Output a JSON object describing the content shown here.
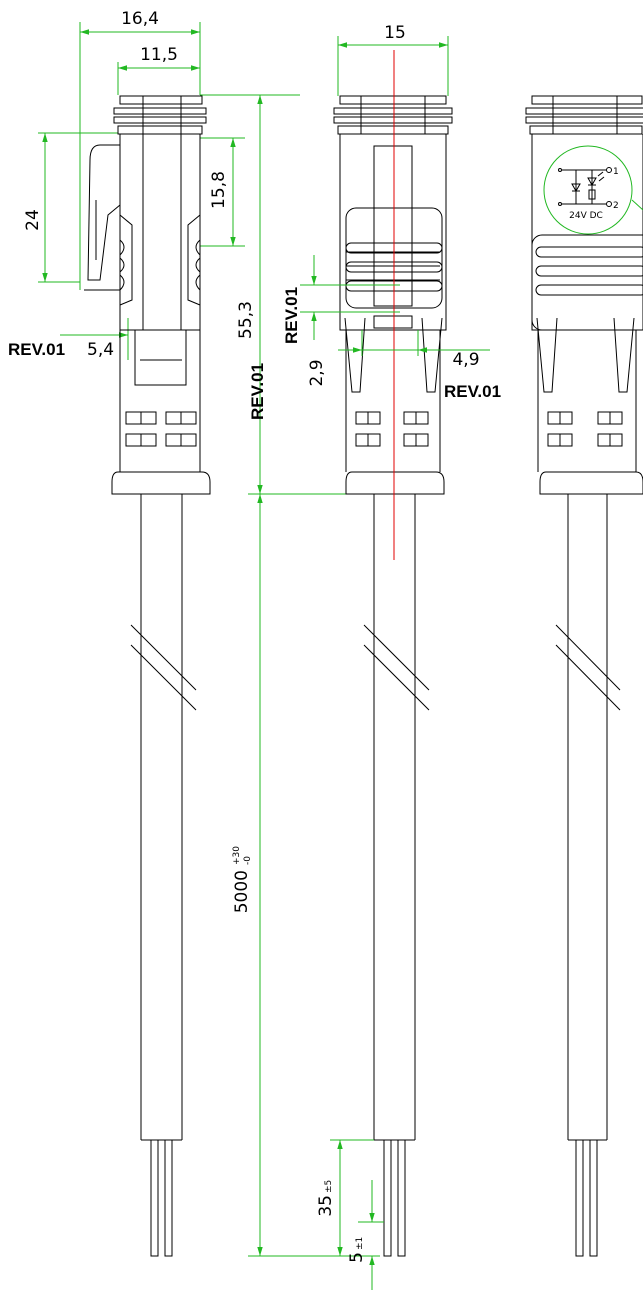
{
  "dimensions": {
    "width_top": "16,4",
    "width_inner": "11,5",
    "height_clip": "24",
    "height_clip_inner": "15,8",
    "rev_left": "REV.01",
    "offset_left": "5,4",
    "rev_vertical_left": "REV.01",
    "body_length": "55,3",
    "cable_length": "5000",
    "cable_tolerance_plus": "+30",
    "cable_tolerance_minus": "-0",
    "width_front": "15",
    "rev_front_vertical": "REV.01",
    "gap_front": "2,9",
    "width_slot": "4,9",
    "rev_front_right": "REV.01",
    "strip_length": "35",
    "strip_tolerance": "±5",
    "end_length": "5",
    "end_tolerance": "±1"
  },
  "schematic": {
    "voltage": "24V DC",
    "pin1": "1",
    "pin2": "2"
  },
  "colors": {
    "dimension": "#22b822",
    "outline": "#000000",
    "centerline": "#e00000"
  }
}
